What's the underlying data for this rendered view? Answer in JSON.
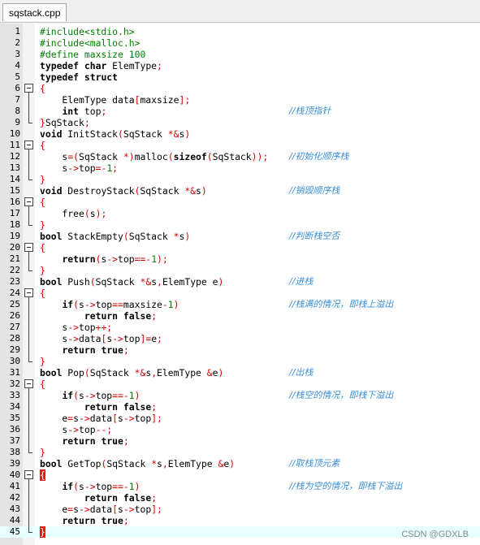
{
  "tab": {
    "label": "sqstack.cpp"
  },
  "watermark": "CSDN @GDXLB",
  "current_line": 45,
  "lines": [
    {
      "n": "1",
      "tokens": [
        [
          "pp",
          "#include<stdio.h>"
        ]
      ]
    },
    {
      "n": "2",
      "tokens": [
        [
          "pp",
          "#include<malloc.h>"
        ]
      ]
    },
    {
      "n": "3",
      "tokens": [
        [
          "pp",
          "#define maxsize 100"
        ]
      ]
    },
    {
      "n": "4",
      "tokens": [
        [
          "kw",
          "typedef"
        ],
        [
          "",
          " "
        ],
        [
          "kw",
          "char"
        ],
        [
          "",
          " ElemType"
        ],
        [
          "op",
          ";"
        ]
      ]
    },
    {
      "n": "5",
      "tokens": [
        [
          "kw",
          "typedef"
        ],
        [
          "",
          " "
        ],
        [
          "kw",
          "struct"
        ]
      ]
    },
    {
      "n": "6",
      "fold": "box",
      "tokens": [
        [
          "op",
          "{"
        ]
      ]
    },
    {
      "n": "7",
      "fold": "line",
      "tokens": [
        [
          "",
          "    ElemType data"
        ],
        [
          "op",
          "["
        ],
        [
          "",
          "maxsize"
        ],
        [
          "op",
          "];"
        ]
      ]
    },
    {
      "n": "8",
      "fold": "line",
      "tokens": [
        [
          "",
          "    "
        ],
        [
          "kw",
          "int"
        ],
        [
          "",
          " top"
        ],
        [
          "op",
          ";"
        ]
      ],
      "comment": "//栈顶指针"
    },
    {
      "n": "9",
      "fold": "end",
      "tokens": [
        [
          "op",
          "}"
        ],
        [
          "",
          "SqStack"
        ],
        [
          "op",
          ";"
        ]
      ]
    },
    {
      "n": "10",
      "tokens": [
        [
          "kw",
          "void"
        ],
        [
          "",
          " InitStack"
        ],
        [
          "op",
          "("
        ],
        [
          "",
          "SqStack "
        ],
        [
          "op",
          "*&"
        ],
        [
          "",
          "s"
        ],
        [
          "op",
          ")"
        ]
      ]
    },
    {
      "n": "11",
      "fold": "box",
      "tokens": [
        [
          "op",
          "{"
        ]
      ]
    },
    {
      "n": "12",
      "fold": "line",
      "tokens": [
        [
          "",
          "    s"
        ],
        [
          "op",
          "=("
        ],
        [
          "",
          "SqStack "
        ],
        [
          "op",
          "*)"
        ],
        [
          "",
          "malloc"
        ],
        [
          "op",
          "("
        ],
        [
          "kw",
          "sizeof"
        ],
        [
          "op",
          "("
        ],
        [
          "",
          "SqStack"
        ],
        [
          "op",
          "));"
        ]
      ],
      "comment": "//初始化顺序栈"
    },
    {
      "n": "13",
      "fold": "line",
      "tokens": [
        [
          "",
          "    s"
        ],
        [
          "op",
          "->"
        ],
        [
          "",
          "top"
        ],
        [
          "op",
          "=-"
        ],
        [
          "nm",
          "1"
        ],
        [
          "op",
          ";"
        ]
      ]
    },
    {
      "n": "14",
      "fold": "end",
      "tokens": [
        [
          "op",
          "}"
        ]
      ]
    },
    {
      "n": "15",
      "tokens": [
        [
          "kw",
          "void"
        ],
        [
          "",
          " DestroyStack"
        ],
        [
          "op",
          "("
        ],
        [
          "",
          "SqStack "
        ],
        [
          "op",
          "*&"
        ],
        [
          "",
          "s"
        ],
        [
          "op",
          ")"
        ]
      ],
      "comment": "//销毁顺序栈"
    },
    {
      "n": "16",
      "fold": "box",
      "tokens": [
        [
          "op",
          "{"
        ]
      ]
    },
    {
      "n": "17",
      "fold": "line",
      "tokens": [
        [
          "",
          "    free"
        ],
        [
          "op",
          "("
        ],
        [
          "",
          "s"
        ],
        [
          "op",
          ");"
        ]
      ]
    },
    {
      "n": "18",
      "fold": "end",
      "tokens": [
        [
          "op",
          "}"
        ]
      ]
    },
    {
      "n": "19",
      "tokens": [
        [
          "kw",
          "bool"
        ],
        [
          "",
          " StackEmpty"
        ],
        [
          "op",
          "("
        ],
        [
          "",
          "SqStack "
        ],
        [
          "op",
          "*"
        ],
        [
          "",
          "s"
        ],
        [
          "op",
          ")"
        ]
      ],
      "comment": "//判断栈空否"
    },
    {
      "n": "20",
      "fold": "box",
      "tokens": [
        [
          "op",
          "{"
        ]
      ]
    },
    {
      "n": "21",
      "fold": "line",
      "tokens": [
        [
          "",
          "    "
        ],
        [
          "kw",
          "return"
        ],
        [
          "op",
          "("
        ],
        [
          "",
          "s"
        ],
        [
          "op",
          "->"
        ],
        [
          "",
          "top"
        ],
        [
          "op",
          "==-"
        ],
        [
          "nm",
          "1"
        ],
        [
          "op",
          ");"
        ]
      ]
    },
    {
      "n": "22",
      "fold": "end",
      "tokens": [
        [
          "op",
          "}"
        ]
      ]
    },
    {
      "n": "23",
      "tokens": [
        [
          "kw",
          "bool"
        ],
        [
          "",
          " Push"
        ],
        [
          "op",
          "("
        ],
        [
          "",
          "SqStack "
        ],
        [
          "op",
          "*&"
        ],
        [
          "",
          "s"
        ],
        [
          "op",
          ","
        ],
        [
          "",
          "ElemType e"
        ],
        [
          "op",
          ")"
        ]
      ],
      "comment": "//进栈"
    },
    {
      "n": "24",
      "fold": "box",
      "tokens": [
        [
          "op",
          "{"
        ]
      ]
    },
    {
      "n": "25",
      "fold": "line",
      "tokens": [
        [
          "",
          "    "
        ],
        [
          "kw",
          "if"
        ],
        [
          "op",
          "("
        ],
        [
          "",
          "s"
        ],
        [
          "op",
          "->"
        ],
        [
          "",
          "top"
        ],
        [
          "op",
          "=="
        ],
        [
          "",
          "maxsize"
        ],
        [
          "op",
          "-"
        ],
        [
          "nm",
          "1"
        ],
        [
          "op",
          ")"
        ]
      ],
      "comment": "//栈满的情况，即栈上溢出"
    },
    {
      "n": "26",
      "fold": "line",
      "tokens": [
        [
          "",
          "        "
        ],
        [
          "kw",
          "return"
        ],
        [
          "",
          " "
        ],
        [
          "kw",
          "false"
        ],
        [
          "op",
          ";"
        ]
      ]
    },
    {
      "n": "27",
      "fold": "line",
      "tokens": [
        [
          "",
          "    s"
        ],
        [
          "op",
          "->"
        ],
        [
          "",
          "top"
        ],
        [
          "op",
          "++;"
        ]
      ]
    },
    {
      "n": "28",
      "fold": "line",
      "tokens": [
        [
          "",
          "    s"
        ],
        [
          "op",
          "->"
        ],
        [
          "",
          "data"
        ],
        [
          "op",
          "["
        ],
        [
          "",
          "s"
        ],
        [
          "op",
          "->"
        ],
        [
          "",
          "top"
        ],
        [
          "op",
          "]="
        ],
        [
          "",
          "e"
        ],
        [
          "op",
          ";"
        ]
      ]
    },
    {
      "n": "29",
      "fold": "line",
      "tokens": [
        [
          "",
          "    "
        ],
        [
          "kw",
          "return"
        ],
        [
          "",
          " "
        ],
        [
          "kw",
          "true"
        ],
        [
          "op",
          ";"
        ]
      ]
    },
    {
      "n": "30",
      "fold": "end",
      "tokens": [
        [
          "op",
          "}"
        ]
      ]
    },
    {
      "n": "31",
      "tokens": [
        [
          "kw",
          "bool"
        ],
        [
          "",
          " Pop"
        ],
        [
          "op",
          "("
        ],
        [
          "",
          "SqStack "
        ],
        [
          "op",
          "*&"
        ],
        [
          "",
          "s"
        ],
        [
          "op",
          ","
        ],
        [
          "",
          "ElemType "
        ],
        [
          "op",
          "&"
        ],
        [
          "",
          "e"
        ],
        [
          "op",
          ")"
        ]
      ],
      "comment": "//出栈"
    },
    {
      "n": "32",
      "fold": "box",
      "tokens": [
        [
          "op",
          "{"
        ]
      ]
    },
    {
      "n": "33",
      "fold": "line",
      "tokens": [
        [
          "",
          "    "
        ],
        [
          "kw",
          "if"
        ],
        [
          "op",
          "("
        ],
        [
          "",
          "s"
        ],
        [
          "op",
          "->"
        ],
        [
          "",
          "top"
        ],
        [
          "op",
          "==-"
        ],
        [
          "nm",
          "1"
        ],
        [
          "op",
          ")"
        ]
      ],
      "comment": "//栈空的情况，即栈下溢出"
    },
    {
      "n": "34",
      "fold": "line",
      "tokens": [
        [
          "",
          "        "
        ],
        [
          "kw",
          "return"
        ],
        [
          "",
          " "
        ],
        [
          "kw",
          "false"
        ],
        [
          "op",
          ";"
        ]
      ]
    },
    {
      "n": "35",
      "fold": "line",
      "tokens": [
        [
          "",
          "    e"
        ],
        [
          "op",
          "="
        ],
        [
          "",
          "s"
        ],
        [
          "op",
          "->"
        ],
        [
          "",
          "data"
        ],
        [
          "op",
          "["
        ],
        [
          "",
          "s"
        ],
        [
          "op",
          "->"
        ],
        [
          "",
          "top"
        ],
        [
          "op",
          "];"
        ]
      ]
    },
    {
      "n": "36",
      "fold": "line",
      "tokens": [
        [
          "",
          "    s"
        ],
        [
          "op",
          "->"
        ],
        [
          "",
          "top"
        ],
        [
          "op",
          "--;"
        ]
      ]
    },
    {
      "n": "37",
      "fold": "line",
      "tokens": [
        [
          "",
          "    "
        ],
        [
          "kw",
          "return"
        ],
        [
          "",
          " "
        ],
        [
          "kw",
          "true"
        ],
        [
          "op",
          ";"
        ]
      ]
    },
    {
      "n": "38",
      "fold": "end",
      "tokens": [
        [
          "op",
          "}"
        ]
      ]
    },
    {
      "n": "39",
      "tokens": [
        [
          "kw",
          "bool"
        ],
        [
          "",
          " GetTop"
        ],
        [
          "op",
          "("
        ],
        [
          "",
          "SqStack "
        ],
        [
          "op",
          "*"
        ],
        [
          "",
          "s"
        ],
        [
          "op",
          ","
        ],
        [
          "",
          "ElemType "
        ],
        [
          "op",
          "&"
        ],
        [
          "",
          "e"
        ],
        [
          "op",
          ")"
        ]
      ],
      "comment": "//取栈顶元素"
    },
    {
      "n": "40",
      "fold": "box",
      "tokens": [
        [
          "bracehl",
          "{"
        ]
      ]
    },
    {
      "n": "41",
      "fold": "line",
      "tokens": [
        [
          "",
          "    "
        ],
        [
          "kw",
          "if"
        ],
        [
          "op",
          "("
        ],
        [
          "",
          "s"
        ],
        [
          "op",
          "->"
        ],
        [
          "",
          "top"
        ],
        [
          "op",
          "==-"
        ],
        [
          "nm",
          "1"
        ],
        [
          "op",
          ")"
        ]
      ],
      "comment": "//栈为空的情况，即栈下溢出"
    },
    {
      "n": "42",
      "fold": "line",
      "tokens": [
        [
          "",
          "        "
        ],
        [
          "kw",
          "return"
        ],
        [
          "",
          " "
        ],
        [
          "kw",
          "false"
        ],
        [
          "op",
          ";"
        ]
      ]
    },
    {
      "n": "43",
      "fold": "line",
      "tokens": [
        [
          "",
          "    e"
        ],
        [
          "op",
          "="
        ],
        [
          "",
          "s"
        ],
        [
          "op",
          "->"
        ],
        [
          "",
          "data"
        ],
        [
          "op",
          "["
        ],
        [
          "",
          "s"
        ],
        [
          "op",
          "->"
        ],
        [
          "",
          "top"
        ],
        [
          "op",
          "];"
        ]
      ]
    },
    {
      "n": "44",
      "fold": "line",
      "tokens": [
        [
          "",
          "    "
        ],
        [
          "kw",
          "return"
        ],
        [
          "",
          " "
        ],
        [
          "kw",
          "true"
        ],
        [
          "op",
          ";"
        ]
      ]
    },
    {
      "n": "45",
      "fold": "end",
      "tokens": [
        [
          "bracehl",
          "}"
        ]
      ]
    }
  ]
}
